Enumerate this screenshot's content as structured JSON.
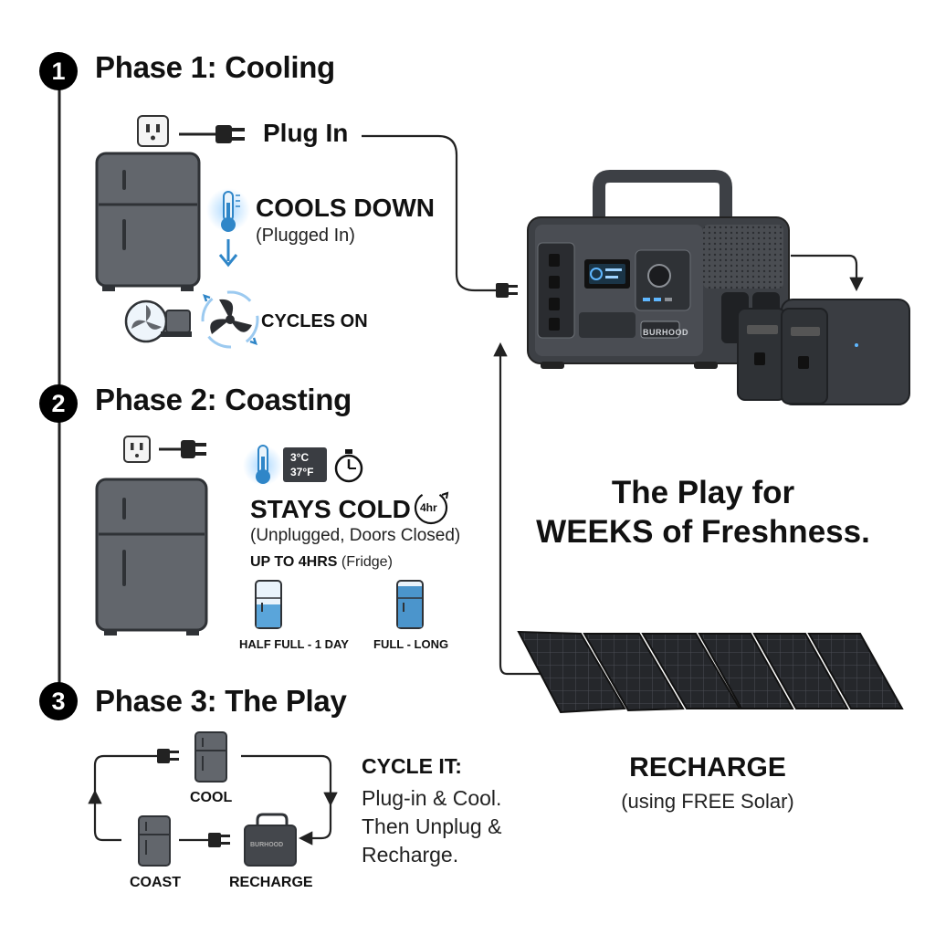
{
  "phases": [
    {
      "number": "1",
      "title": "Phase 1: Cooling"
    },
    {
      "number": "2",
      "title": "Phase 2: Coasting"
    },
    {
      "number": "3",
      "title": "Phase 3: The Play"
    }
  ],
  "phase1": {
    "plug_in": "Plug In",
    "cools_down": "COOLS DOWN",
    "plugged_in": "(Plugged In)",
    "cycles_on": "CYCLES ON"
  },
  "phase2": {
    "temp_c": "3°C",
    "temp_f": "37°F",
    "stays_cold": "STAYS COLD",
    "timer_badge": "4hr",
    "conditions": "(Unplugged, Doors Closed)",
    "up_to": "UP TO 4HRS",
    "fridge_note": "(Fridge)",
    "half_full": "HALF FULL - 1 DAY",
    "full": "FULL - LONG",
    "half_full_level": 0.5,
    "full_level": 0.9
  },
  "phase3": {
    "cool": "COOL",
    "coast": "COAST",
    "recharge": "RECHARGE",
    "device_brand": "BURHOOD",
    "cycle_heading": "CYCLE IT:",
    "cycle_lines": [
      "Plug-in & Cool.",
      "Then Unplug &",
      "Recharge."
    ]
  },
  "right": {
    "brand": "BURHOOD",
    "headline_line1": "The Play for",
    "headline_line2": "WEEKS of Freshness.",
    "recharge": "RECHARGE",
    "recharge_sub": "(using FREE Solar)"
  },
  "colors": {
    "fridge": "#62666c",
    "fridge_dark": "#3c3f44",
    "accent_blue": "#2f86c8",
    "station": "#3d4045",
    "panel": "#2a2c30"
  }
}
